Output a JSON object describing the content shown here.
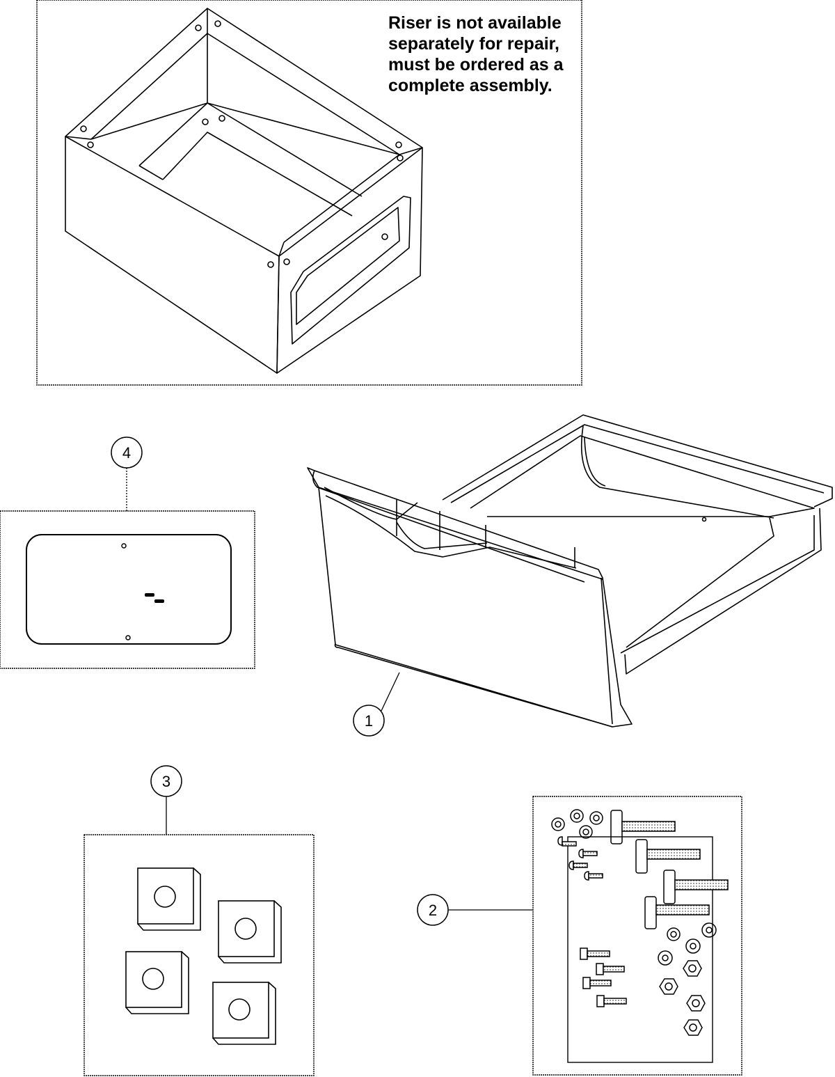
{
  "riser_note": {
    "lines": [
      "Riser is not available",
      "separately for repair,",
      "must be ordered as a",
      "complete assembly."
    ]
  },
  "callouts": {
    "item1": "1",
    "item2": "2",
    "item3": "3",
    "item4": "4"
  }
}
